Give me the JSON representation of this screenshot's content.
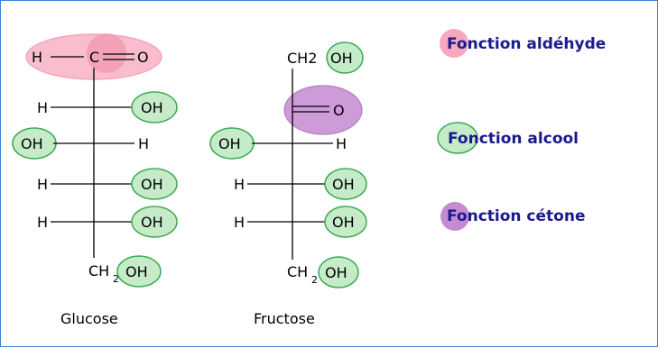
{
  "atoms": {
    "H": "H",
    "OH": "OH",
    "CO": "C",
    "O": "O",
    "CH": "CH",
    "sub2": "2",
    "CH2": "CH2"
  },
  "molecules": {
    "glucose_name": "Glucose",
    "fructose_name": "Fructose"
  },
  "legend": {
    "aldehyde": "Fonction aldéhyde",
    "alcohol": "Fonction alcool",
    "ketone": "Fonction cétone"
  },
  "colors": {
    "aldehyde_fill": "#f7a8bd",
    "aldehyde_stroke": "#f08aa6",
    "alcohol_fill": "#c6ebc9",
    "alcohol_stroke": "#3daa55",
    "ketone_fill": "#c58ad2",
    "ketone_stroke": "#a868b8",
    "legend_text": "#1a1a8c",
    "frame": "#3a7fd5"
  }
}
